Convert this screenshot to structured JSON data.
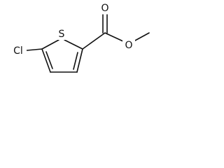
{
  "molecule": {
    "atoms": {
      "cl": "Cl",
      "s": "S",
      "o_carbonyl": "O",
      "o_ester": "O"
    }
  }
}
